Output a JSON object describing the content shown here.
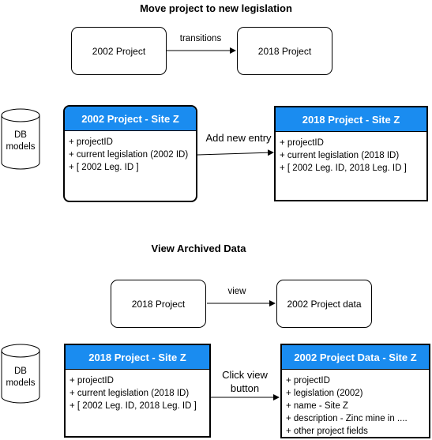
{
  "top": {
    "title": "Move project to new legislation",
    "box_left": "2002 Project",
    "box_right": "2018 Project",
    "arrow_label": "transitions",
    "db_label": "DB\nmodels",
    "card_left": {
      "header": "2002 Project - Site Z",
      "lines": [
        "+ projectID",
        "+ current legislation (2002 ID)",
        "+ [ 2002 Leg. ID ]"
      ]
    },
    "card_right": {
      "header": "2018 Project - Site Z",
      "lines": [
        "+ projectID",
        "+ current legislation (2018 ID)",
        "+ [ 2002 Leg. ID, 2018 Leg. ID ]"
      ]
    },
    "card_arrow_label": "Add new entry"
  },
  "bottom": {
    "title": "View Archived Data",
    "box_left": "2018 Project",
    "box_right": "2002 Project data",
    "arrow_label": "view",
    "db_label": "DB\nmodels",
    "card_left": {
      "header": "2018 Project - Site Z",
      "lines": [
        "+ projectID",
        "+ current legislation (2018 ID)",
        "+ [ 2002 Leg. ID, 2018 Leg. ID ]"
      ]
    },
    "card_right": {
      "header": "2002 Project Data - Site Z",
      "lines": [
        "+ projectID",
        "+ legislation (2002)",
        "+ name - Site Z",
        "+ description - Zinc mine in ....",
        "+ other project fields"
      ]
    },
    "card_arrow_label": "Click view\nbutton"
  },
  "colors": {
    "header_fill": "#1a8cf0",
    "stroke": "#000000"
  }
}
